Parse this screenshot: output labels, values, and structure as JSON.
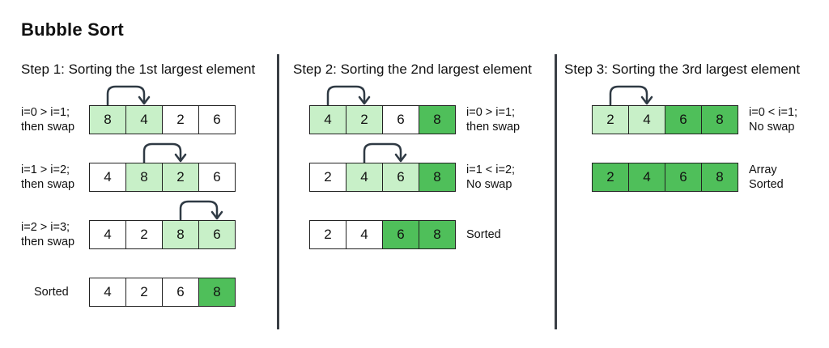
{
  "title": "Bubble Sort",
  "steps": [
    {
      "title": "Step 1: Sorting the 1st largest element",
      "rows": [
        {
          "label": [
            "i=0 > i=1;",
            "then swap"
          ],
          "label_side": "left",
          "cells": [
            "8",
            "4",
            "2",
            "6"
          ],
          "states": [
            "compare",
            "compare",
            "none",
            "none"
          ],
          "arrow": [
            0,
            1
          ]
        },
        {
          "label": [
            "i=1 > i=2;",
            "then swap"
          ],
          "label_side": "left",
          "cells": [
            "4",
            "8",
            "2",
            "6"
          ],
          "states": [
            "none",
            "compare",
            "compare",
            "none"
          ],
          "arrow": [
            1,
            2
          ]
        },
        {
          "label": [
            "i=2 > i=3;",
            "then swap"
          ],
          "label_side": "left",
          "cells": [
            "4",
            "2",
            "8",
            "6"
          ],
          "states": [
            "none",
            "none",
            "compare",
            "compare"
          ],
          "arrow": [
            2,
            3
          ]
        },
        {
          "label": [
            "Sorted"
          ],
          "label_side": "left",
          "cells": [
            "4",
            "2",
            "6",
            "8"
          ],
          "states": [
            "none",
            "none",
            "none",
            "sorted"
          ],
          "arrow": null
        }
      ]
    },
    {
      "title": "Step 2: Sorting the 2nd largest element",
      "rows": [
        {
          "label": [
            "i=0 > i=1;",
            "then swap"
          ],
          "label_side": "right",
          "cells": [
            "4",
            "2",
            "6",
            "8"
          ],
          "states": [
            "compare",
            "compare",
            "none",
            "sorted"
          ],
          "arrow": [
            0,
            1
          ]
        },
        {
          "label": [
            "i=1 < i=2;",
            "No swap"
          ],
          "label_side": "right",
          "cells": [
            "2",
            "4",
            "6",
            "8"
          ],
          "states": [
            "none",
            "compare",
            "compare",
            "sorted"
          ],
          "arrow": [
            1,
            2
          ]
        },
        {
          "label": [
            "Sorted"
          ],
          "label_side": "right",
          "cells": [
            "2",
            "4",
            "6",
            "8"
          ],
          "states": [
            "none",
            "none",
            "sorted",
            "sorted"
          ],
          "arrow": null
        }
      ]
    },
    {
      "title": "Step 3: Sorting the 3rd largest element",
      "rows": [
        {
          "label": [
            "i=0 < i=1;",
            "No swap"
          ],
          "label_side": "right",
          "cells": [
            "2",
            "4",
            "6",
            "8"
          ],
          "states": [
            "compare",
            "compare",
            "sorted",
            "sorted"
          ],
          "arrow": [
            0,
            1
          ]
        },
        {
          "label": [
            "Array",
            "Sorted"
          ],
          "label_side": "right",
          "cells": [
            "2",
            "4",
            "6",
            "8"
          ],
          "states": [
            "sorted",
            "sorted",
            "sorted",
            "sorted"
          ],
          "arrow": null
        }
      ]
    }
  ],
  "colors": {
    "compare": "#c8f0c8",
    "sorted": "#4fbf5a",
    "arrow": "#2f3a44",
    "divider": "#3a3f45"
  }
}
